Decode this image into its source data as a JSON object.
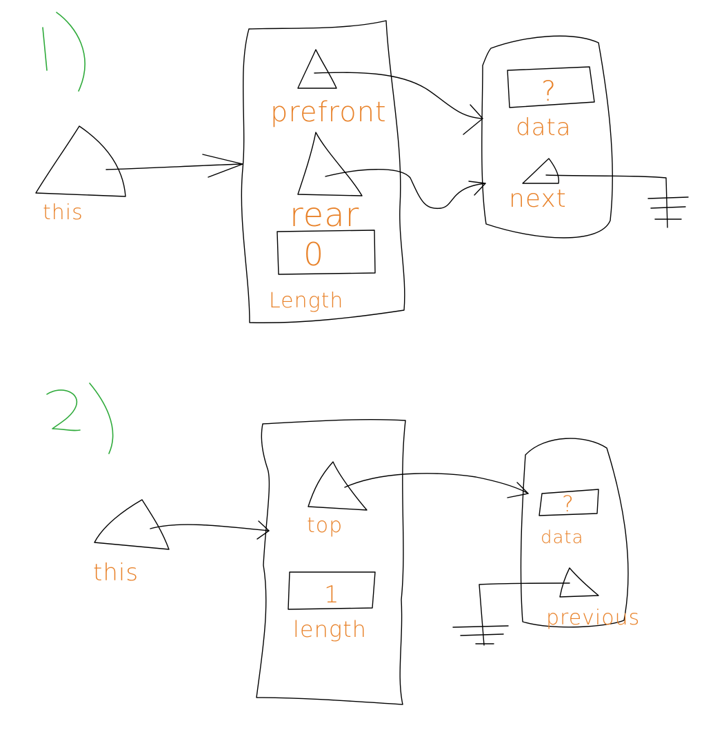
{
  "colors": {
    "ink": "#000000",
    "label": "#e8822a",
    "step_number": "#2eaa3a",
    "background": "#ffffff"
  },
  "diagram1": {
    "step_number": "1)",
    "this_label": "this",
    "queue_object": {
      "prefront_label": "prefront",
      "rear_label": "rear",
      "length_value": "0",
      "length_label": "Length"
    },
    "dummy_node": {
      "data_value": "?",
      "data_label": "data",
      "next_label": "next"
    }
  },
  "diagram2": {
    "step_number": "2)",
    "this_label": "this",
    "stack_object": {
      "top_label": "top",
      "length_value": "1",
      "length_label": "length"
    },
    "node": {
      "data_value": "?",
      "data_label": "data",
      "previous_label": "previous"
    }
  }
}
